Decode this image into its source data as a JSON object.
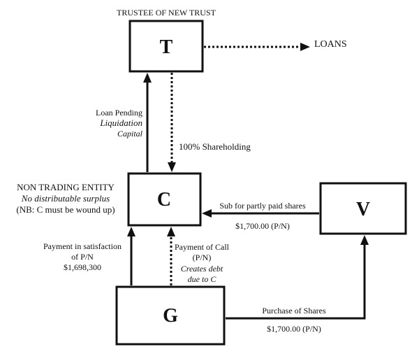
{
  "nodes": {
    "t": {
      "letter": "T",
      "caption": "TRUSTEE OF NEW TRUST"
    },
    "c": {
      "letter": "C",
      "caption_line1": "NON TRADING ENTITY",
      "caption_line2": "No distributable surplus",
      "caption_line3": "(NB: C must be wound up)"
    },
    "v": {
      "letter": "V"
    },
    "g": {
      "letter": "G"
    }
  },
  "edges": {
    "t_loans": {
      "label": "LOANS"
    },
    "c_to_t": {
      "line1": "Loan Pending",
      "line2": "Liquidation",
      "line3": "Capital"
    },
    "t_to_c": {
      "label": "100% Shareholding"
    },
    "v_to_c": {
      "label": "Sub for partly paid shares",
      "amount": "$1,700.00 (P/N)"
    },
    "g_to_c_solid": {
      "line1": "Payment in satisfaction",
      "line2": "of P/N",
      "line3": "$1,698,300"
    },
    "g_to_c_dotted": {
      "line1": "Payment of Call",
      "line2": "(P/N)",
      "line3": "Creates debt",
      "line4": "due to C"
    },
    "g_to_v": {
      "label": "Purchase of Shares",
      "amount": "$1,700.00 (P/N)"
    }
  }
}
